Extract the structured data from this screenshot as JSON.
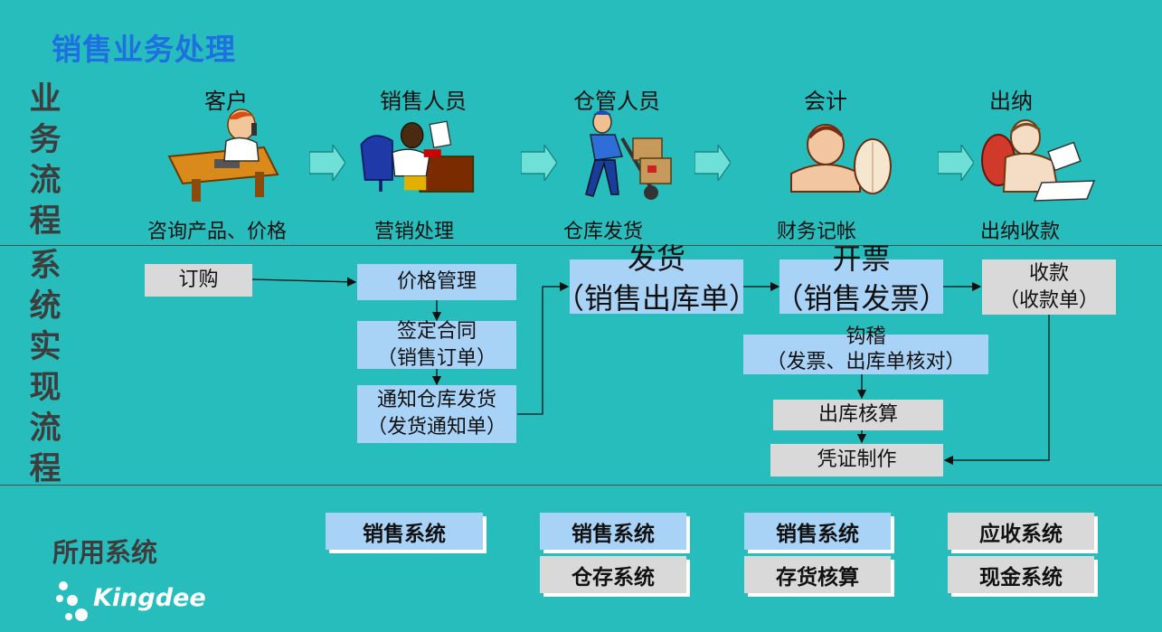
{
  "title": "销售业务处理",
  "row_labels": {
    "business": "业务流程",
    "system": "系统实现流程",
    "used": "所用系统"
  },
  "roles": [
    {
      "name": "客户",
      "task": "咨询产品、价格"
    },
    {
      "name": "销售人员",
      "task": "营销处理"
    },
    {
      "name": "仓管人员",
      "task": "仓库发货"
    },
    {
      "name": "会计",
      "task": "财务记帐"
    },
    {
      "name": "出纳",
      "task": "出纳收款"
    }
  ],
  "flow": {
    "order": "订购",
    "price_mgmt": "价格管理",
    "contract_l1": "签定合同",
    "contract_l2": "（销售订单）",
    "notify_l1": "通知仓库发货",
    "notify_l2": "（发货通知单）",
    "ship_l1": "发货",
    "ship_l2": "（销售出库单）",
    "invoice_l1": "开票",
    "invoice_l2": "（销售发票）",
    "receipt_l1": "收款",
    "receipt_l2": "（收款单）",
    "verify_l1": "钩稽",
    "verify_l2": "（发票、出库单核对）",
    "costing": "出库核算",
    "voucher": "凭证制作"
  },
  "systems": [
    [
      "销售系统"
    ],
    [
      "销售系统",
      "仓存系统"
    ],
    [
      "销售系统",
      "存货核算"
    ],
    [
      "应收系统",
      "现金系统"
    ]
  ],
  "brand": "Kingdee",
  "colors": {
    "background": "#27bdbd",
    "title": "#1e6fe0",
    "box_blue": "#a8d3f7",
    "box_gray": "#d9d9d9"
  },
  "icons": [
    "customer-on-phone-icon",
    "salesperson-at-desk-icon",
    "warehouse-worker-hand-truck-icon",
    "accountant-icon",
    "cashier-icon",
    "flow-arrow-icon"
  ]
}
